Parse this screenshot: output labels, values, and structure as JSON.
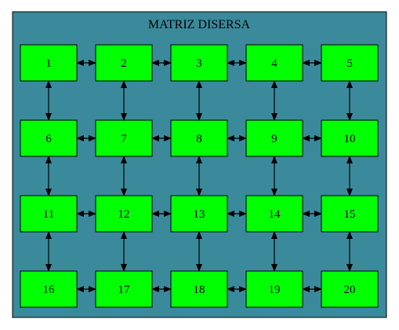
{
  "diagram": {
    "title": "MATRIZ DISERSA",
    "colors": {
      "page_background": "#ffffff",
      "cluster_fill": "#3a8a9c",
      "cluster_border": "#000000",
      "node_fill": "#00ff00",
      "node_border": "#000000",
      "edge": "#000000",
      "text": "#000000"
    },
    "rows": 4,
    "columns": 5,
    "nodes": [
      {
        "id": "n1",
        "label": "1",
        "row": 1,
        "col": 1
      },
      {
        "id": "n2",
        "label": "2",
        "row": 1,
        "col": 2
      },
      {
        "id": "n3",
        "label": "3",
        "row": 1,
        "col": 3
      },
      {
        "id": "n4",
        "label": "4",
        "row": 1,
        "col": 4
      },
      {
        "id": "n5",
        "label": "5",
        "row": 1,
        "col": 5
      },
      {
        "id": "n6",
        "label": "6",
        "row": 2,
        "col": 1
      },
      {
        "id": "n7",
        "label": "7",
        "row": 2,
        "col": 2
      },
      {
        "id": "n8",
        "label": "8",
        "row": 2,
        "col": 3
      },
      {
        "id": "n9",
        "label": "9",
        "row": 2,
        "col": 4
      },
      {
        "id": "n10",
        "label": "10",
        "row": 2,
        "col": 5
      },
      {
        "id": "n11",
        "label": "11",
        "row": 3,
        "col": 1
      },
      {
        "id": "n12",
        "label": "12",
        "row": 3,
        "col": 2
      },
      {
        "id": "n13",
        "label": "13",
        "row": 3,
        "col": 3
      },
      {
        "id": "n14",
        "label": "14",
        "row": 3,
        "col": 4
      },
      {
        "id": "n15",
        "label": "15",
        "row": 3,
        "col": 5
      },
      {
        "id": "n16",
        "label": "16",
        "row": 4,
        "col": 1
      },
      {
        "id": "n17",
        "label": "17",
        "row": 4,
        "col": 2
      },
      {
        "id": "n18",
        "label": "18",
        "row": 4,
        "col": 3
      },
      {
        "id": "n19",
        "label": "19",
        "row": 4,
        "col": 4
      },
      {
        "id": "n20",
        "label": "20",
        "row": 4,
        "col": 5
      }
    ],
    "edges": [
      {
        "from": "1",
        "to": "2",
        "direction": "both"
      },
      {
        "from": "2",
        "to": "3",
        "direction": "both"
      },
      {
        "from": "3",
        "to": "4",
        "direction": "both"
      },
      {
        "from": "4",
        "to": "5",
        "direction": "both"
      },
      {
        "from": "6",
        "to": "7",
        "direction": "both"
      },
      {
        "from": "7",
        "to": "8",
        "direction": "both"
      },
      {
        "from": "8",
        "to": "9",
        "direction": "both"
      },
      {
        "from": "9",
        "to": "10",
        "direction": "both"
      },
      {
        "from": "11",
        "to": "12",
        "direction": "both"
      },
      {
        "from": "12",
        "to": "13",
        "direction": "both"
      },
      {
        "from": "13",
        "to": "14",
        "direction": "both"
      },
      {
        "from": "14",
        "to": "15",
        "direction": "both"
      },
      {
        "from": "16",
        "to": "17",
        "direction": "both"
      },
      {
        "from": "17",
        "to": "18",
        "direction": "both"
      },
      {
        "from": "18",
        "to": "19",
        "direction": "both"
      },
      {
        "from": "19",
        "to": "20",
        "direction": "both"
      },
      {
        "from": "1",
        "to": "6",
        "direction": "both"
      },
      {
        "from": "6",
        "to": "11",
        "direction": "both"
      },
      {
        "from": "11",
        "to": "16",
        "direction": "both"
      },
      {
        "from": "2",
        "to": "7",
        "direction": "both"
      },
      {
        "from": "7",
        "to": "12",
        "direction": "both"
      },
      {
        "from": "12",
        "to": "17",
        "direction": "both"
      },
      {
        "from": "3",
        "to": "8",
        "direction": "both"
      },
      {
        "from": "8",
        "to": "13",
        "direction": "both"
      },
      {
        "from": "13",
        "to": "18",
        "direction": "both"
      },
      {
        "from": "4",
        "to": "9",
        "direction": "both"
      },
      {
        "from": "9",
        "to": "14",
        "direction": "both"
      },
      {
        "from": "14",
        "to": "19",
        "direction": "both"
      },
      {
        "from": "5",
        "to": "10",
        "direction": "both"
      },
      {
        "from": "10",
        "to": "15",
        "direction": "both"
      },
      {
        "from": "15",
        "to": "20",
        "direction": "both"
      }
    ]
  }
}
